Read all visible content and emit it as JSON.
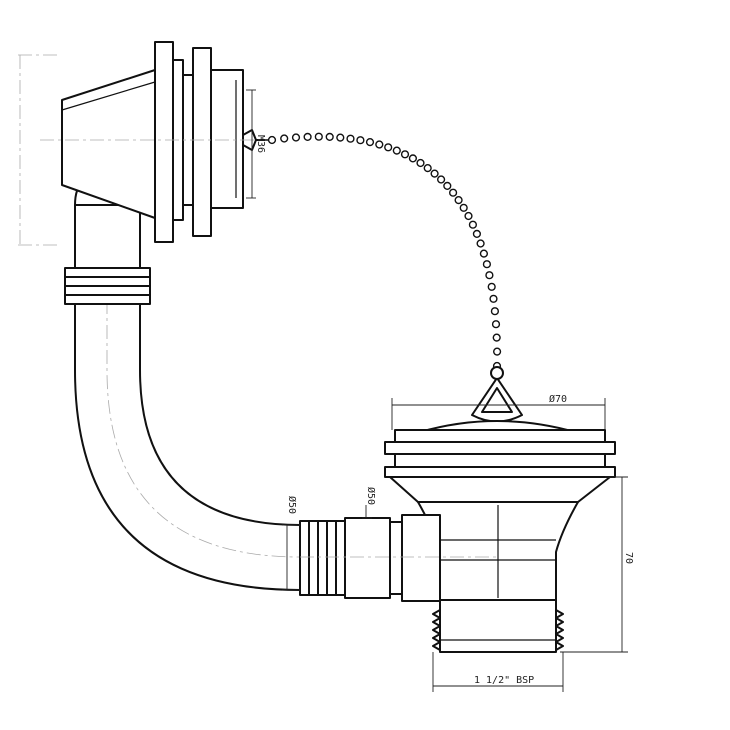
{
  "dimensions": {
    "overflow_thread": "M36",
    "pipe_left": "Ø50",
    "pipe_right": "Ø50",
    "strainer_diameter": "Ø70",
    "body_height": "70",
    "outlet_thread": "1 1/2\" BSP"
  },
  "colors": {
    "line": "#111111",
    "background": "#ffffff"
  }
}
